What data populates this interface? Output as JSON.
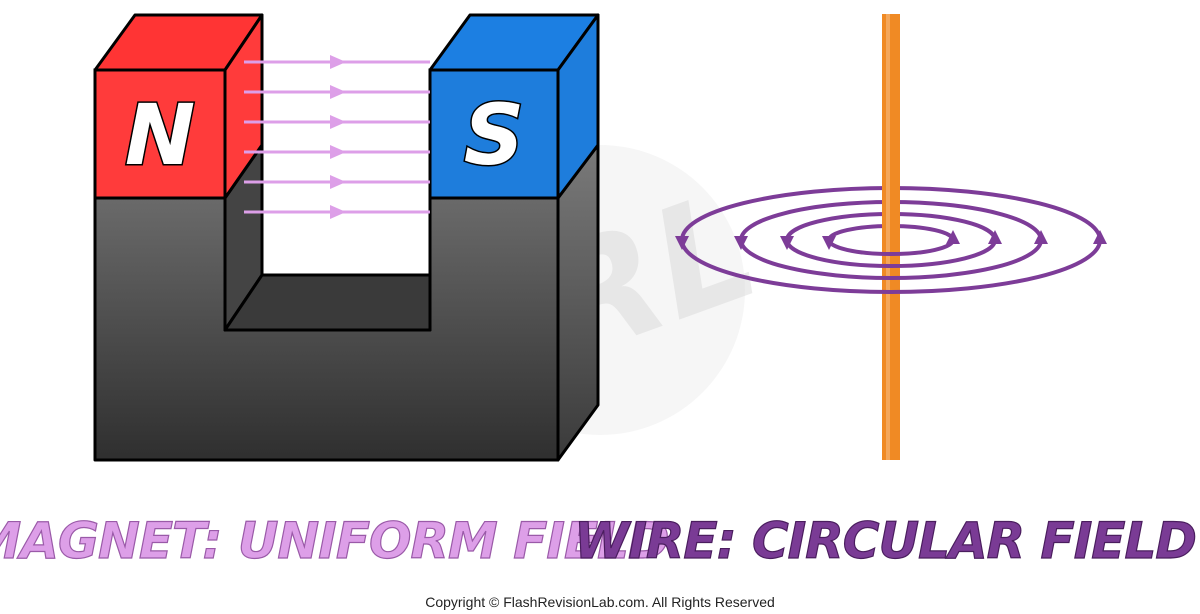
{
  "magnet": {
    "north_label": "N",
    "south_label": "S",
    "north_color": "#ff3b3b",
    "north_top_color": "#ff3434",
    "south_color": "#1e7ddc",
    "south_top_color": "#1c7fe2",
    "body_color": "#505050",
    "field_line_color": "#dd9fe8",
    "field_line_count": 6
  },
  "wire": {
    "wire_color": "#f08a24",
    "field_line_color": "#7d3c98",
    "loop_count": 4
  },
  "captions": {
    "magnet": "MAGNET: UNIFORM FIELD",
    "magnet_color": "#dd9fe8",
    "wire": "WIRE: CIRCULAR FIELD",
    "wire_color": "#7a3b95"
  },
  "watermark": {
    "text": "FRL"
  },
  "footer": {
    "copyright": "Copyright © FlashRevisionLab.com. All Rights Reserved"
  }
}
